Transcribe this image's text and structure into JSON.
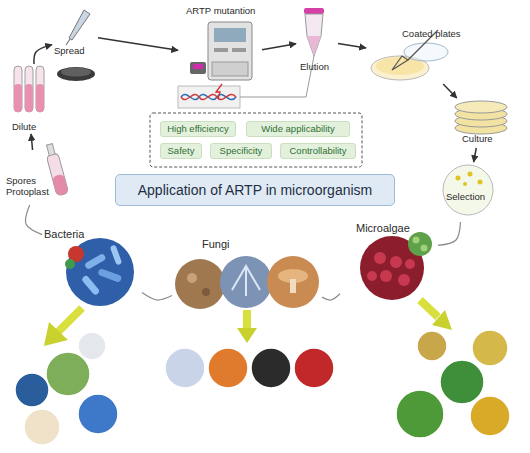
{
  "diagram": {
    "nodes": [
      {
        "text": [
          "Spores Protoplast"
        ]
      },
      {
        "text": [
          "Dilute"
        ]
      },
      {
        "text": [
          "Spread"
        ]
      },
      {
        "text": [
          "ARTP mutantion"
        ]
      },
      {
        "text": [
          "Elution"
        ]
      },
      {
        "text": [
          "Coated plates"
        ]
      },
      {
        "text": [
          "Culture"
        ]
      },
      {
        "text": [
          "Selection"
        ]
      },
      {
        "text": [
          "High efficiency"
        ]
      },
      {
        "text": [
          "Wide applicability"
        ]
      },
      {
        "text": [
          "Safety"
        ]
      },
      {
        "text": [
          "Specificity"
        ]
      },
      {
        "text": [
          "Controllability"
        ]
      },
      {
        "text": [
          "Application of ARTP in microorganism"
        ]
      },
      {
        "text": [
          "Bacteria"
        ]
      },
      {
        "text": [
          "Fungi"
        ]
      },
      {
        "text": [
          "Microalgae"
        ]
      }
    ],
    "edges": [
      {
        "from": 0,
        "to": 1,
        "arrow": "to"
      },
      {
        "from": 1,
        "to": 2,
        "arrow": "to"
      },
      {
        "from": 2,
        "to": 3,
        "arrow": "to"
      },
      {
        "from": 3,
        "to": 4,
        "arrow": "to"
      },
      {
        "from": 4,
        "to": 5,
        "arrow": "to"
      },
      {
        "from": 5,
        "to": 6,
        "arrow": "to"
      },
      {
        "from": 6,
        "to": 7,
        "arrow": "to"
      },
      {
        "from": 0,
        "to": 14,
        "arrow": "none"
      },
      {
        "from": 14,
        "to": 15,
        "arrow": "none"
      },
      {
        "from": 15,
        "to": 16,
        "arrow": "none"
      },
      {
        "from": 16,
        "to": 7,
        "arrow": "none"
      }
    ]
  }
}
